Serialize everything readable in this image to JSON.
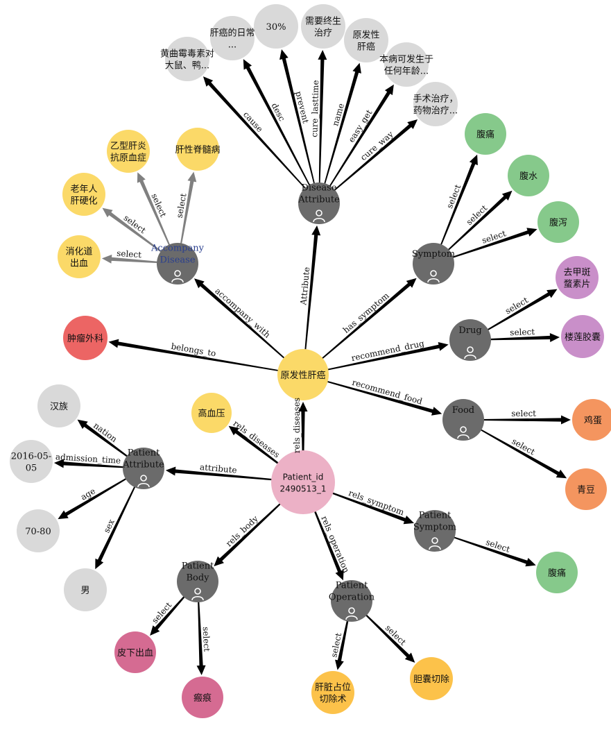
{
  "colors": {
    "attr_gray": "#d9d9d9",
    "hub_dark": "#6b6b6b",
    "disease_yellow": "#fbd968",
    "symptom_green": "#86c98b",
    "drug_purple": "#c98fc9",
    "food_orange": "#f4955f",
    "dept_red": "#ec6564",
    "patient_pink": "#ecb1c6",
    "body_magenta": "#d56b92",
    "operation_gold": "#fcc24a",
    "edge_black": "#000000",
    "edge_gray": "#808080"
  },
  "nodes": {
    "center": "原发性肝癌",
    "patient_line1": "Patient_id",
    "patient_line2": "2490513_1",
    "disease_attr_1": "Disease",
    "disease_attr_2": "Attribute",
    "accompany_1": "Accompany",
    "accompany_2": "Disease",
    "symptom_hub": "Symptom",
    "drug_hub": "Drug",
    "food_hub": "Food",
    "pattr_1": "Patient",
    "pattr_2": "Attribute",
    "psym_1": "Patient",
    "psym_2": "Symptom",
    "pbody_1": "Patient",
    "pbody_2": "Body",
    "pop_1": "Patient",
    "pop_2": "Operation",
    "attr_cause_1": "黄曲霉毒素对",
    "attr_cause_2": "大鼠、鸭...",
    "attr_desc_1": "肝癌的日常",
    "attr_desc_2": "...",
    "attr_prevent": "30%",
    "attr_cure_lasttime_1": "需要终生",
    "attr_cure_lasttime_2": "治疗",
    "attr_name_1": "原发性",
    "attr_name_2": "肝癌",
    "attr_easy_get_1": "本病可发生于",
    "attr_easy_get_2": "任何年龄...",
    "attr_cure_way_1": "手术治疗，",
    "attr_cure_way_2": "药物治疗...",
    "acc_hbsag_1": "乙型肝炎",
    "acc_hbsag_2": "抗原血症",
    "acc_spinal": "肝性脊髓病",
    "acc_elderly_1": "老年人",
    "acc_elderly_2": "肝硬化",
    "acc_bleeding_1": "消化道",
    "acc_bleeding_2": "出血",
    "sym_abdominal_pain": "腹痛",
    "sym_ascites": "腹水",
    "sym_diarrhea": "腹泻",
    "drug_1_line1": "去甲斑",
    "drug_1_line2": "蝥素片",
    "drug_2": "楼莲胶囊",
    "food_egg": "鸡蛋",
    "food_pea": "青豆",
    "dept": "肿瘤外科",
    "pdisease": "高血压",
    "pattr_nation": "汉族",
    "pattr_admission_1": "2016-05-",
    "pattr_admission_2": "05",
    "pattr_age": "70-80",
    "pattr_sex": "男",
    "psym_pain": "腹痛",
    "pbody_subcut": "皮下出血",
    "pbody_scar": "瘢痕",
    "pop_resection_1": "肝脏占位",
    "pop_resection_2": "切除术",
    "pop_cholecyst": "胆囊切除"
  },
  "edges": {
    "cause": "cause",
    "desc": "desc",
    "prevent": "prevent",
    "cure_lasttime": "cure_lasttime",
    "name": "name",
    "easy_get": "easy_get",
    "cure_way": "cure_way",
    "attribute_up": "Attribute",
    "accompany_with": "accompany_with",
    "has_symptom": "has_symptom",
    "recommend_drug": "recommend_drug",
    "recommend_food": "recommend_food",
    "belongs_to": "belongs_to",
    "rels_diseases": "rels_diseases",
    "rels_diseases_2": "rels_diseases",
    "attribute": "attribute",
    "rels_symptom": "rels_symptom",
    "rels_body": "rels_body",
    "rels_operation": "rels_operation",
    "nation": "nation",
    "admission_time": "admission_time",
    "age": "age",
    "sex": "sex",
    "select": "select"
  }
}
